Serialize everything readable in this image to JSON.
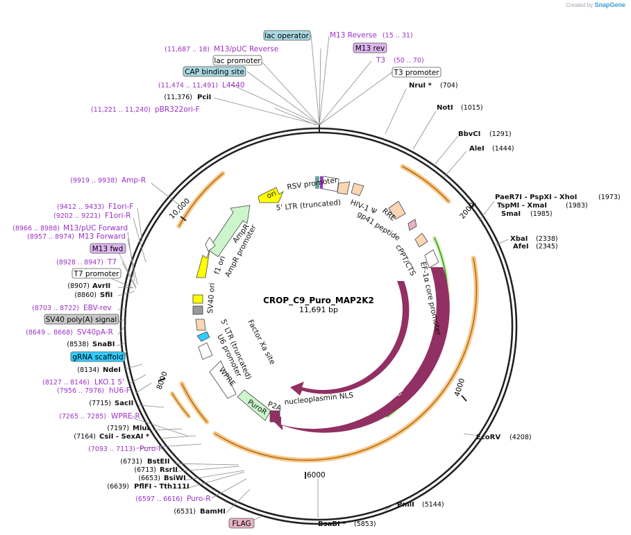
{
  "credit": {
    "prefix": "Created by",
    "brand": "SnapGene"
  },
  "plasmid": {
    "name": "CROP_C9_Puro_MAP2K2",
    "size": "11,691 bp"
  },
  "ticks": [
    "2000",
    "4000",
    "6000",
    "8000",
    "10,000"
  ],
  "sites_right": [
    {
      "name": "NruI *",
      "pos": "(704)"
    },
    {
      "name": "NotI",
      "pos": "(1015)"
    },
    {
      "name": "BbvCI",
      "pos": "(1291)"
    },
    {
      "name": "AleI",
      "pos": "(1444)"
    },
    {
      "name": "PaeR7I  -  PspXI  -  XhoI",
      "pos": "(1973)"
    },
    {
      "name": "TspMI  -  XmaI",
      "pos": "(1983)"
    },
    {
      "name": "SmaI",
      "pos": "(1985)"
    },
    {
      "name": "XbaI",
      "pos": "(2338)"
    },
    {
      "name": "AfeI",
      "pos": "(2345)"
    },
    {
      "name": "EcoRV",
      "pos": "(4208)"
    },
    {
      "name": "PmlI",
      "pos": "(5144)"
    },
    {
      "name": "BsaBI *",
      "pos": "(5853)"
    }
  ],
  "sites_left": [
    {
      "name": "PciI",
      "pos": "(11,376)"
    },
    {
      "name": "AvrII",
      "pos": "(8907)"
    },
    {
      "name": "SfiI",
      "pos": "(8860)"
    },
    {
      "name": "SnaBI",
      "pos": "(8538)"
    },
    {
      "name": "NdeI",
      "pos": "(8134)"
    },
    {
      "name": "SacII",
      "pos": "(7715)"
    },
    {
      "name": "MluI",
      "pos": "(7197)"
    },
    {
      "name": "CsiI  -  SexAI *",
      "pos": "(7164)"
    },
    {
      "name": "BstEII",
      "pos": "(6731)"
    },
    {
      "name": "RsrII",
      "pos": "(6713)"
    },
    {
      "name": "BsiWI",
      "pos": "(6653)"
    },
    {
      "name": "PflFI  -  Tth111I",
      "pos": "(6639)"
    },
    {
      "name": "BamHI",
      "pos": "(6531)"
    }
  ],
  "primers": [
    {
      "name": "M13 Reverse",
      "pos": "(15 .. 31)"
    },
    {
      "name": "M13/pUC Reverse",
      "pos": "(11,687 .. 18)"
    },
    {
      "name": "T3",
      "pos": "(50 .. 70)"
    },
    {
      "name": "L4440",
      "pos": "(11,474 .. 11,491)"
    },
    {
      "name": "pBR322ori-F",
      "pos": "(11,221 .. 11,240)"
    },
    {
      "name": "Amp-R",
      "pos": "(9919 .. 9938)"
    },
    {
      "name": "F1ori-F",
      "pos": "(9412 .. 9433)"
    },
    {
      "name": "F1ori-R",
      "pos": "(9202 .. 9221)"
    },
    {
      "name": "M13/pUC Forward",
      "pos": "(8966 .. 8988)"
    },
    {
      "name": "M13 Forward",
      "pos": "(8957 .. 8974)"
    },
    {
      "name": "T7",
      "pos": "(8928 .. 8947)"
    },
    {
      "name": "EBV-rev",
      "pos": "(8703 .. 8722)"
    },
    {
      "name": "SV40pA-R",
      "pos": "(8649 .. 8668)"
    },
    {
      "name": "LKO.1 5'",
      "pos": "(8127 .. 8146)"
    },
    {
      "name": "hU6-F",
      "pos": "(7956 .. 7976)"
    },
    {
      "name": "WPRE-R",
      "pos": "(7265 .. 7285)"
    },
    {
      "name": "Puro-F",
      "pos": "(7093 .. 7113)"
    },
    {
      "name": "Puro-R",
      "pos": "(6597 .. 6616)"
    }
  ],
  "boxed": {
    "lac_operator": "lac operator",
    "m13_rev": "M13 rev",
    "lac_promoter": "lac promoter",
    "t3_promoter": "T3 promoter",
    "cap": "CAP binding site",
    "m13_fwd": "M13 fwd",
    "t7_promoter": "T7 promoter",
    "sv40_polya": "SV40 poly(A) signal",
    "grna": "gRNA scaffold",
    "flag": "FLAG"
  },
  "features": {
    "rsv": "RSV promoter",
    "ltr5": "5' LTR (truncated)",
    "hiv": "HIV-1 Ψ",
    "rre": "RRE",
    "gp41": "gp41 peptide",
    "cppt": "cPPT/CTS",
    "ef1a": "EF-1α core promoter",
    "ori": "ori",
    "ampr": "AmpR",
    "ampr_prom": "AmpR promoter",
    "f1ori": "f1 ori",
    "sv40ori": "SV40 ori",
    "factor_xa": "Factor Xa site",
    "ltr5b": "5' LTR (truncated)",
    "u6": "U6 promoter",
    "wpre": "WPRE",
    "puror": "PuroR",
    "p2a": "P2A",
    "nls": "nucleoplasmin NLS",
    "cas9_inner": "Cas9",
    "cas9_outer": "Cas9"
  },
  "colors": {
    "backbone": "#222222",
    "orf_outer": "#f7a440",
    "primer": "#9b30c9",
    "cas9": "#922f63",
    "ori": "#ffff00",
    "ampr": "#ccf5cc",
    "lac": "#a9d8e2",
    "grna": "#33ccff",
    "m13": "#dcb6f0",
    "flag": "#e6b3c2",
    "sv40pa": "#c8c8c8",
    "cas9_orf": "#2a9a2a"
  }
}
